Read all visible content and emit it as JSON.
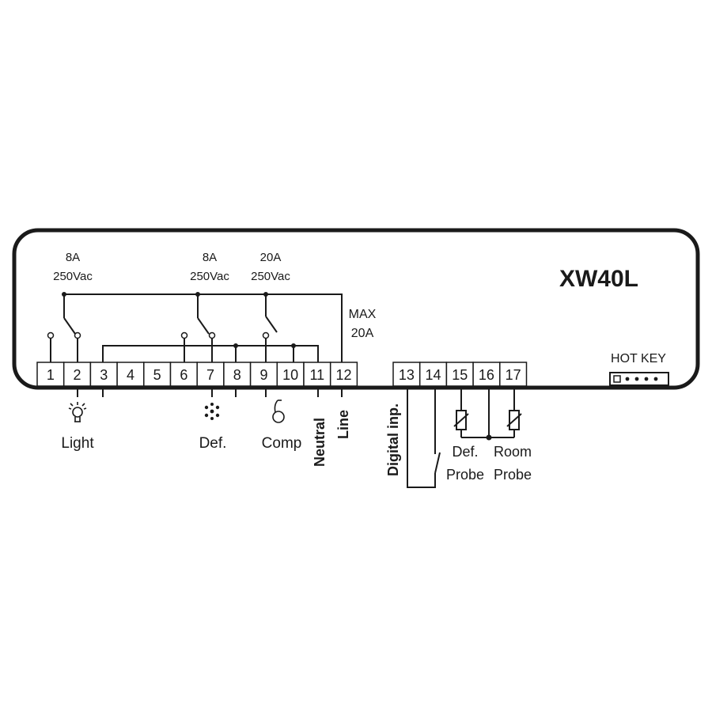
{
  "model": "XW40L",
  "terminals": [
    "1",
    "2",
    "3",
    "4",
    "5",
    "6",
    "7",
    "8",
    "9",
    "10",
    "11",
    "12",
    "13",
    "14",
    "15",
    "16",
    "17"
  ],
  "ratings": {
    "light": [
      "8A",
      "250Vac"
    ],
    "defrost": [
      "8A",
      "250Vac"
    ],
    "compressor": [
      "20A",
      "250Vac"
    ],
    "max": [
      "MAX",
      "20A"
    ]
  },
  "labels": {
    "light": "Light",
    "defrost": "Def.",
    "compressor": "Comp",
    "neutral": "Neutral",
    "line": "Line",
    "digital_input": "Digital inp.",
    "def_probe": [
      "Def.",
      "Probe"
    ],
    "room_probe": [
      "Room",
      "Probe"
    ],
    "hot_key": "HOT KEY"
  },
  "icons": {
    "light": "light-bulb-icon",
    "defrost": "snowflake-defrost-icon",
    "compressor": "compressor-icon"
  },
  "colors": {
    "ink": "#1a1a1a",
    "background": "#ffffff"
  }
}
